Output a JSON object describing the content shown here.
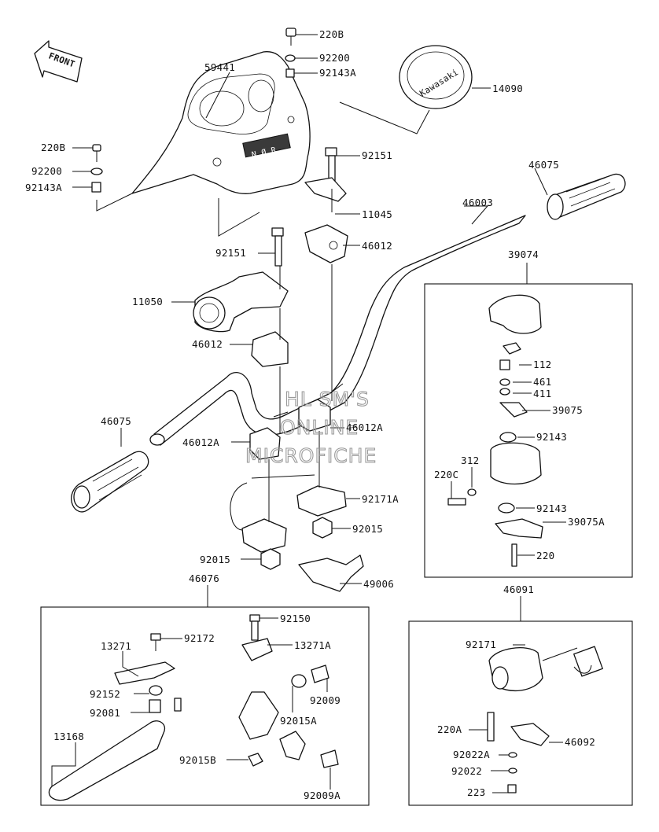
{
  "parts": [
    {
      "id": "p1",
      "label": "220B"
    },
    {
      "id": "p2",
      "label": "92200"
    },
    {
      "id": "p3",
      "label": "92143A"
    },
    {
      "id": "p4",
      "label": "59441"
    },
    {
      "id": "p5",
      "label": "14090"
    },
    {
      "id": "p6",
      "label": "220B"
    },
    {
      "id": "p7",
      "label": "92200"
    },
    {
      "id": "p8",
      "label": "92143A"
    },
    {
      "id": "p9",
      "label": "92151"
    },
    {
      "id": "p10",
      "label": "11045"
    },
    {
      "id": "p11",
      "label": "46012"
    },
    {
      "id": "p12",
      "label": "46003"
    },
    {
      "id": "p13",
      "label": "46075"
    },
    {
      "id": "p14",
      "label": "92151"
    },
    {
      "id": "p15",
      "label": "11050"
    },
    {
      "id": "p16",
      "label": "46012"
    },
    {
      "id": "p17",
      "label": "39074"
    },
    {
      "id": "p18",
      "label": "112"
    },
    {
      "id": "p19",
      "label": "461"
    },
    {
      "id": "p20",
      "label": "411"
    },
    {
      "id": "p21",
      "label": "39075"
    },
    {
      "id": "p22",
      "label": "92143"
    },
    {
      "id": "p23",
      "label": "312"
    },
    {
      "id": "p24",
      "label": "220C"
    },
    {
      "id": "p25",
      "label": "92143"
    },
    {
      "id": "p26",
      "label": "39075A"
    },
    {
      "id": "p27",
      "label": "220"
    },
    {
      "id": "p28",
      "label": "46075"
    },
    {
      "id": "p29",
      "label": "46012A"
    },
    {
      "id": "p30",
      "label": "46012A"
    },
    {
      "id": "p31",
      "label": "92171A"
    },
    {
      "id": "p32",
      "label": "92015"
    },
    {
      "id": "p33",
      "label": "92015"
    },
    {
      "id": "p34",
      "label": "49006"
    },
    {
      "id": "p35",
      "label": "46076"
    },
    {
      "id": "p36",
      "label": "46091"
    },
    {
      "id": "p37",
      "label": "92150"
    },
    {
      "id": "p38",
      "label": "92172"
    },
    {
      "id": "p39",
      "label": "13271"
    },
    {
      "id": "p40",
      "label": "13271A"
    },
    {
      "id": "p41",
      "label": "92152"
    },
    {
      "id": "p42",
      "label": "92009"
    },
    {
      "id": "p43",
      "label": "92081"
    },
    {
      "id": "p44",
      "label": "92015A"
    },
    {
      "id": "p45",
      "label": "13168"
    },
    {
      "id": "p46",
      "label": "92015B"
    },
    {
      "id": "p47",
      "label": "92009A"
    },
    {
      "id": "p48",
      "label": "92171"
    },
    {
      "id": "p49",
      "label": "220A"
    },
    {
      "id": "p50",
      "label": "46092"
    },
    {
      "id": "p51",
      "label": "92022A"
    },
    {
      "id": "p52",
      "label": "92022"
    },
    {
      "id": "p53",
      "label": "223"
    }
  ],
  "front_marker": "FRONT",
  "emblem_text": "Kawasaki",
  "meter_text": "N Ø R",
  "watermark": [
    "HL SM'S",
    "ONLINE",
    "MICROFICHE"
  ]
}
